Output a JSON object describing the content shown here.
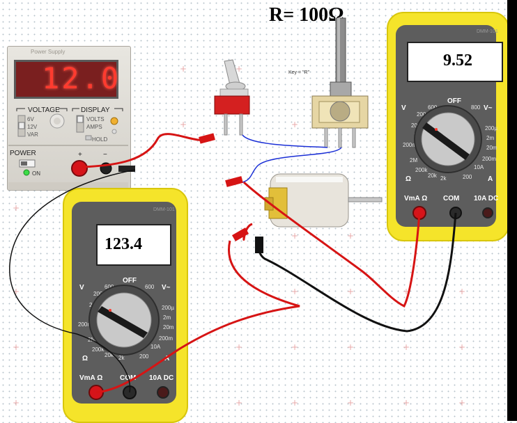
{
  "title": "R= 100Ω",
  "key_hint": "Key = \"R\"",
  "power_supply": {
    "brand": "Power Supply",
    "reading": "12.0",
    "voltage_label": "VOLTAGE",
    "display_label": "DISPLAY",
    "voltage_options": [
      "6V",
      "12V",
      "VAR"
    ],
    "display_options": [
      "VOLTS",
      "AMPS"
    ],
    "hold_label": "HOLD",
    "power_label": "POWER",
    "on_label": "ON",
    "plus_label": "+",
    "minus_label": "−"
  },
  "meter_right": {
    "brand": "DMM-101",
    "reading": "9.52",
    "off_label": "OFF",
    "jack_labels": [
      "VmA Ω",
      "COM",
      "10A DC"
    ],
    "scale_labels": [
      "V",
      "600",
      "200",
      "20",
      "2",
      "200m",
      "2M",
      "200k",
      "20k",
      "2k",
      "200",
      "Ω",
      "OFF",
      "800",
      "V~",
      "200µ",
      "2m",
      "20m",
      "200m",
      "10A",
      "A"
    ]
  },
  "meter_left": {
    "brand": "DMM-101",
    "reading": "123.4",
    "off_label": "OFF",
    "jack_labels": [
      "VmA Ω",
      "COM",
      "10A DC"
    ],
    "scale_labels": [
      "V",
      "600",
      "200",
      "20",
      "2",
      "200m",
      "2M",
      "200k",
      "20k",
      "2k",
      "200",
      "Ω",
      "OFF",
      "600",
      "V~",
      "200µ",
      "2m",
      "20m",
      "200m",
      "10A",
      "A"
    ]
  },
  "colors": {
    "meter_yellow": "#f5e42a",
    "meter_grey": "#5d5d5d",
    "wire_red": "#d61414",
    "wire_black": "#111111",
    "wire_blue": "#1a2fd6",
    "led_red": "#ff3b2f"
  }
}
